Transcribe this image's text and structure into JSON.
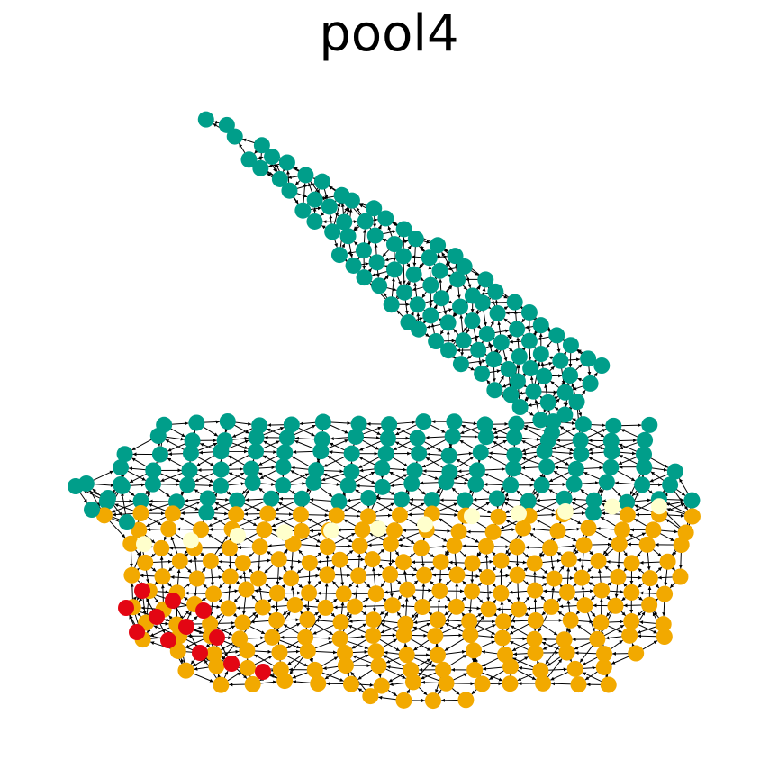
{
  "title": "pool4",
  "colors": {
    "teal": "#009e8a",
    "cream": "#ffffcc",
    "orange": "#f2a900",
    "red": "#e30613",
    "edge": "#000000",
    "background": "#ffffff"
  },
  "graph": {
    "description_type": "mesh graph with directed edges",
    "node_color_groups": [
      "teal",
      "cream",
      "orange",
      "red"
    ]
  }
}
